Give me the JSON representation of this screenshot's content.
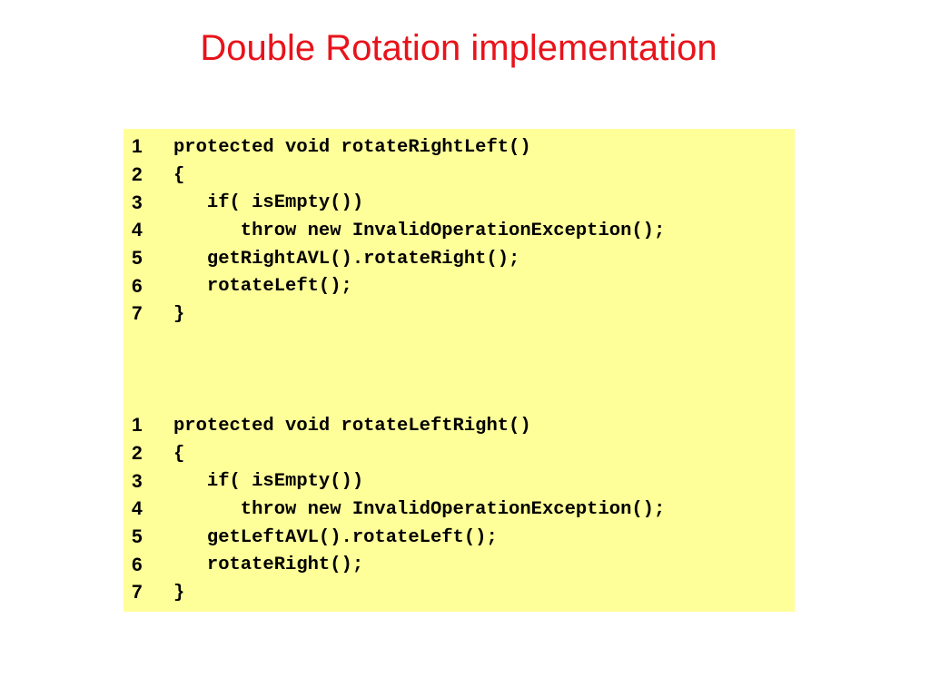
{
  "title": "Double Rotation implementation",
  "colors": {
    "title": "#e8131b",
    "code_background": "#ffff99",
    "code_text": "#000000"
  },
  "blocks": [
    {
      "lines": [
        {
          "num": "1",
          "code": "protected void rotateRightLeft()"
        },
        {
          "num": "2",
          "code": "{"
        },
        {
          "num": "3",
          "code": "   if( isEmpty())"
        },
        {
          "num": "4",
          "code": "      throw new InvalidOperationException();"
        },
        {
          "num": "5",
          "code": "   getRightAVL().rotateRight();"
        },
        {
          "num": "6",
          "code": "   rotateLeft();"
        },
        {
          "num": "7",
          "code": "}"
        }
      ]
    },
    {
      "lines": [
        {
          "num": "1",
          "code": "protected void rotateLeftRight()"
        },
        {
          "num": "2",
          "code": "{"
        },
        {
          "num": "3",
          "code": "   if( isEmpty())"
        },
        {
          "num": "4",
          "code": "      throw new InvalidOperationException();"
        },
        {
          "num": "5",
          "code": "   getLeftAVL().rotateLeft();"
        },
        {
          "num": "6",
          "code": "   rotateRight();"
        },
        {
          "num": "7",
          "code": "}"
        }
      ]
    }
  ]
}
